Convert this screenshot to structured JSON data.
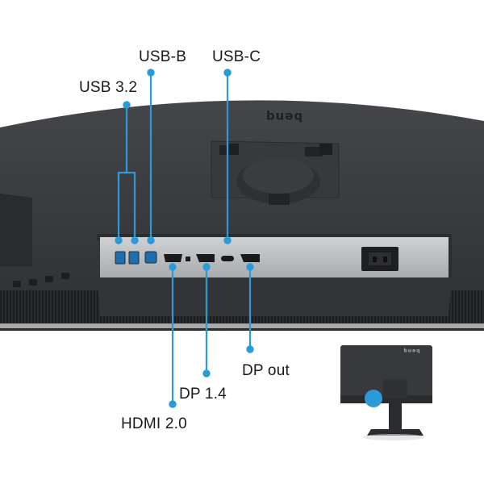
{
  "brand": {
    "rear_logo": "benq",
    "inset_logo": "benq"
  },
  "callouts": {
    "usb32": "USB 3.2",
    "usbb": "USB-B",
    "usbc": "USB-C",
    "dp_out": "DP out",
    "dp14": "DP 1.4",
    "hdmi": "HDMI 2.0"
  },
  "colors": {
    "accent": "#2a9bd8",
    "monitor_body": "#3a3b3d",
    "port_panel": "#bfc2c4",
    "text": "#1a1a1a"
  },
  "icons": {
    "power_socket": "power-socket-icon",
    "stand_mount": "vesa-mount-icon"
  }
}
